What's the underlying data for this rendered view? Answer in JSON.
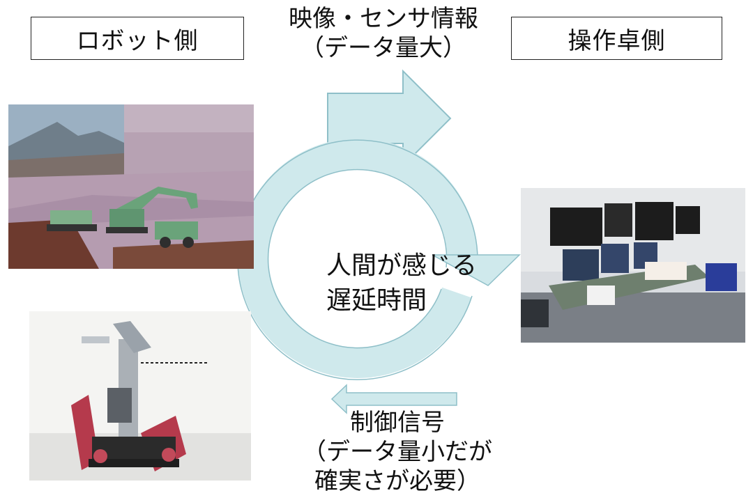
{
  "robot_side_label": "ロボット側",
  "operator_side_label": "操作卓側",
  "top_flow": {
    "line1": "映像・センサ情報",
    "line2": "（データ量大）"
  },
  "center": {
    "line1": "人間が感じる",
    "line2": "遅延時間"
  },
  "bottom_flow": {
    "line1": "制御信号",
    "line2": "（データ量小だが",
    "line3": "確実さが必要）"
  },
  "colors": {
    "arrow_fill": "#cfe9ec",
    "arrow_stroke": "#8ebfc8"
  }
}
